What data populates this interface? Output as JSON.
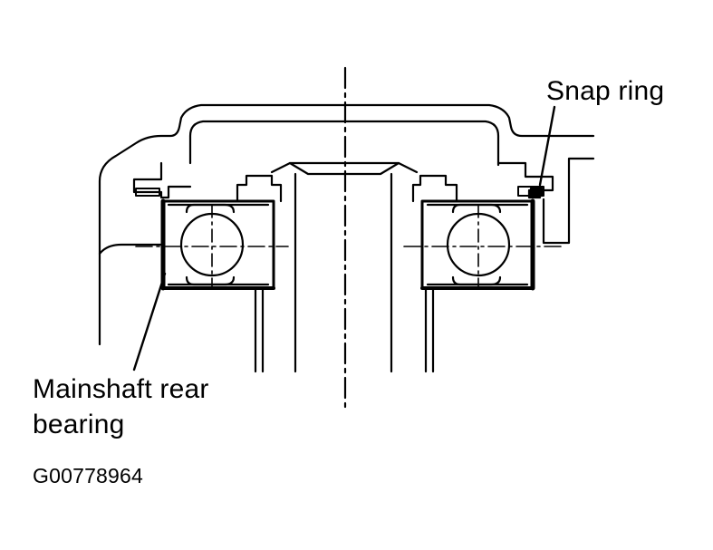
{
  "labels": {
    "snap_ring": "Snap ring",
    "mainshaft_rear_bearing_line1": "Mainshaft rear",
    "mainshaft_rear_bearing_line2": "bearing",
    "figure_code": "G00778964"
  },
  "colors": {
    "ink": "#000000",
    "background": "#ffffff"
  }
}
